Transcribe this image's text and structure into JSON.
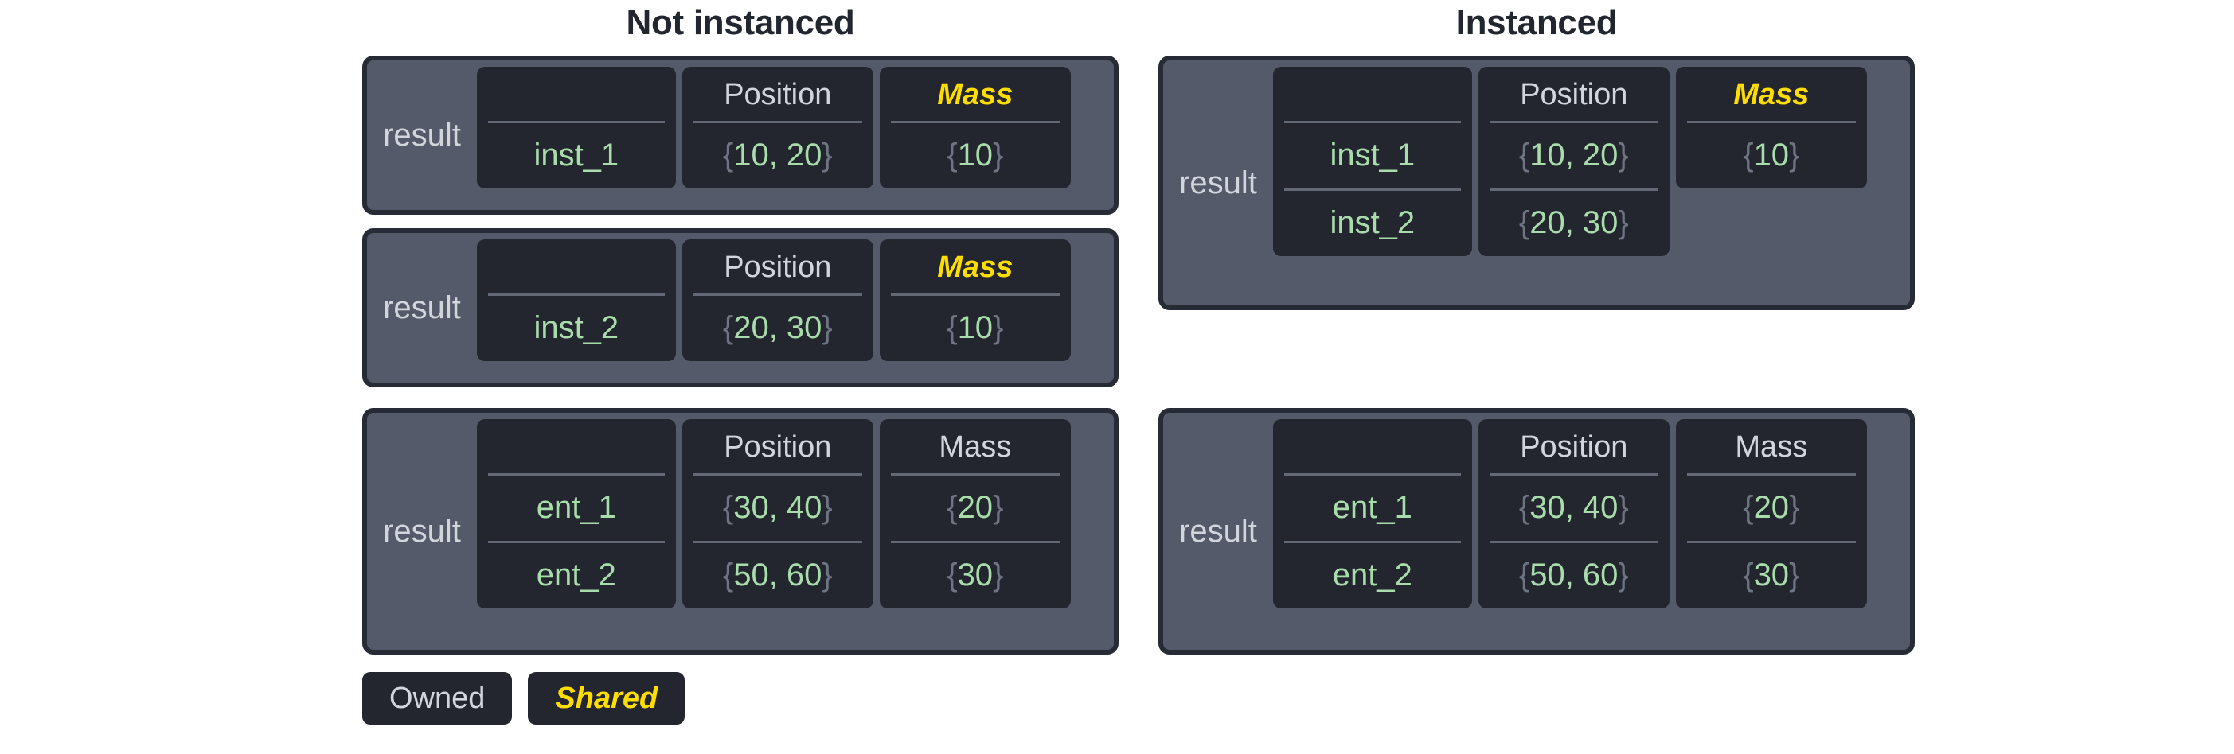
{
  "titles": {
    "left": "Not instanced",
    "right": "Instanced"
  },
  "labels": {
    "result": "result",
    "position_header": "Position",
    "mass_header": "Mass",
    "blank_header": ""
  },
  "colors": {
    "shared_accent": "#ffdd00",
    "owned_text": "#d2d5dc",
    "value_green": "#a8dcab",
    "brace_gray": "#6e7483",
    "panel_fill": "#555a6a",
    "cell_fill": "#23262e",
    "panel_border": "#272b35",
    "title_text": "#22262f",
    "page_background": "#ffffff"
  },
  "legend": {
    "owned": "Owned",
    "shared": "Shared"
  },
  "panels": {
    "not_instanced": [
      {
        "result": "result",
        "id_header": "",
        "position_header": "Position",
        "mass_header": "Mass",
        "mass_shared": true,
        "rows": [
          {
            "id": "inst_1",
            "position": "{10, 20}",
            "mass": "{10}"
          }
        ]
      },
      {
        "result": "result",
        "id_header": "",
        "position_header": "Position",
        "mass_header": "Mass",
        "mass_shared": true,
        "rows": [
          {
            "id": "inst_2",
            "position": "{20, 30}",
            "mass": "{10}"
          }
        ]
      },
      {
        "result": "result",
        "id_header": "",
        "position_header": "Position",
        "mass_header": "Mass",
        "mass_shared": false,
        "rows": [
          {
            "id": "ent_1",
            "position": "{30, 40}",
            "mass": "{20}"
          },
          {
            "id": "ent_2",
            "position": "{50, 60}",
            "mass": "{30}"
          }
        ]
      }
    ],
    "instanced": [
      {
        "result": "result",
        "id_header": "",
        "position_header": "Position",
        "mass_header": "Mass",
        "mass_shared": true,
        "rows": [
          {
            "id": "inst_1",
            "position": "{10, 20}",
            "mass": "{10}"
          },
          {
            "id": "inst_2",
            "position": "{20, 30}",
            "mass": null
          }
        ]
      },
      {
        "result": "result",
        "id_header": "",
        "position_header": "Position",
        "mass_header": "Mass",
        "mass_shared": false,
        "rows": [
          {
            "id": "ent_1",
            "position": "{30, 40}",
            "mass": "{20}"
          },
          {
            "id": "ent_2",
            "position": "{50, 60}",
            "mass": "{30}"
          }
        ]
      }
    ]
  }
}
